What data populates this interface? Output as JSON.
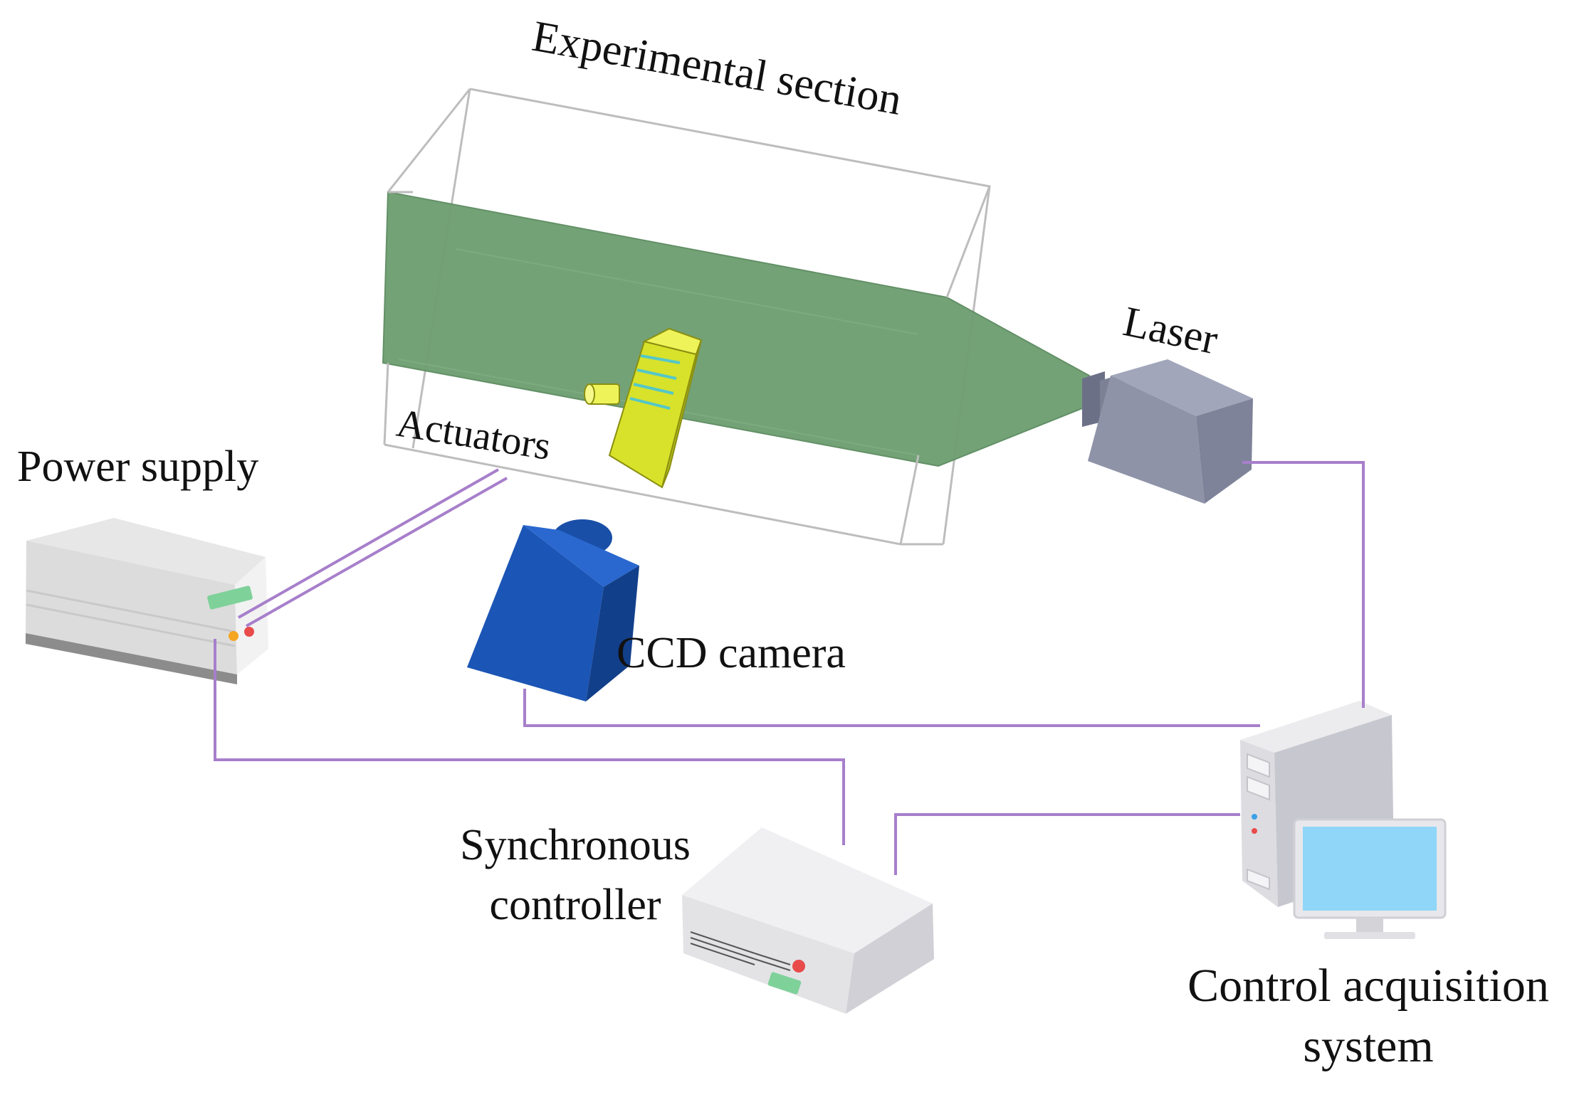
{
  "labels": {
    "experimental_section": "Experimental section",
    "laser": "Laser",
    "actuators": "Actuators",
    "power_supply": "Power supply",
    "ccd_camera": "CCD camera",
    "synchronous_line1": "Synchronous",
    "synchronous_line2": "controller",
    "control_line1": "Control acquisition",
    "control_line2": "system"
  },
  "colors": {
    "laser_sheet": "#6f9f72",
    "wire": "#a77fcb",
    "camera": "#1b55b5",
    "laser_box": "#8e93a8",
    "actuator": "#e4ee2c",
    "monitor_screen": "#8fd6f8",
    "frame": "#b9b9b9"
  },
  "icons": {
    "laser": "laser-icon",
    "camera": "camera-icon",
    "power_supply": "power-supply-icon",
    "synchronous_controller": "controller-icon",
    "computer": "computer-icon"
  }
}
